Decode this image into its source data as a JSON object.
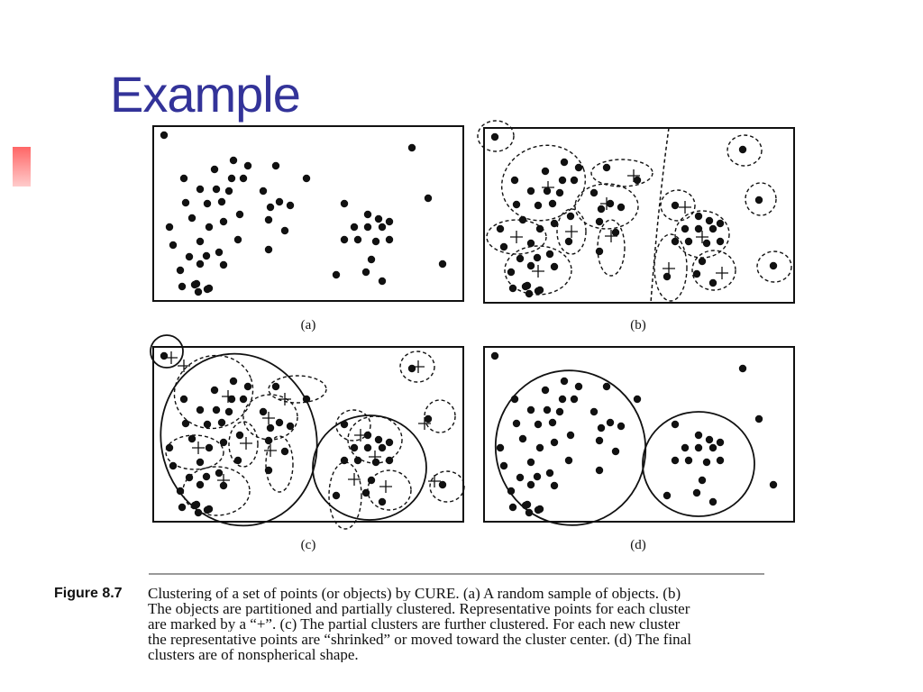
{
  "slide": {
    "title": "Example"
  },
  "figure": {
    "panels": [
      {
        "id": "a",
        "label": "(a)"
      },
      {
        "id": "b",
        "label": "(b)"
      },
      {
        "id": "c",
        "label": "(c)"
      },
      {
        "id": "d",
        "label": "(d)"
      }
    ],
    "caption": {
      "label": "Figure 8.7",
      "lines": [
        "Clustering of a set of points (or objects) by CURE.  (a) A random sample of objects. (b)",
        "The objects are partitioned and partially clustered. Representative points for each cluster",
        "are marked by a “+”. (c) The partial clusters are further clustered. For each new cluster",
        "the representative points are “shrinked” or moved toward the cluster center. (d) The final",
        "clusters are of nonspherical shape."
      ]
    }
  },
  "colors": {
    "title": "#333399",
    "accent": "#ff6666",
    "ink": "#111111"
  }
}
